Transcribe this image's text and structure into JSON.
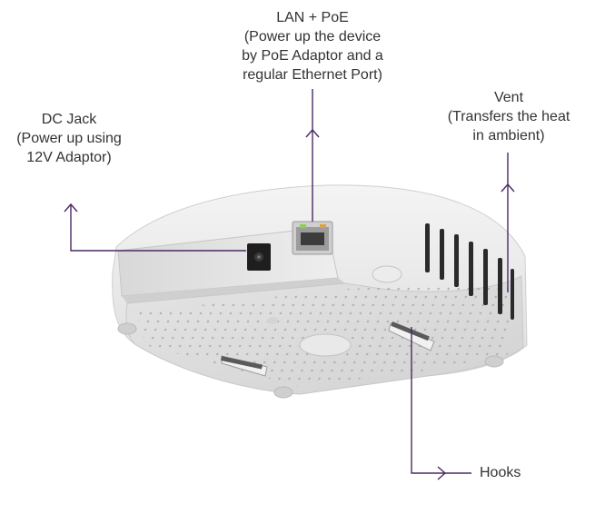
{
  "callouts": {
    "dc_jack": {
      "title": "DC Jack",
      "line1": "(Power up using",
      "line2": "12V Adaptor)"
    },
    "lan_poe": {
      "title": "LAN + PoE",
      "line1": "(Power up the device",
      "line2": "by PoE Adaptor and a",
      "line3": "regular Ethernet Port)"
    },
    "vent": {
      "title": "Vent",
      "line1": "(Transfers the heat",
      "line2": "in ambient)"
    },
    "hooks": {
      "title": "Hooks"
    }
  },
  "colors": {
    "leader_line": "#4b2a63",
    "device_body": "#e6e6e6",
    "device_shadow": "#bdbdbd",
    "port_led_green": "#8bd24a",
    "port_led_orange": "#e0a03a"
  }
}
